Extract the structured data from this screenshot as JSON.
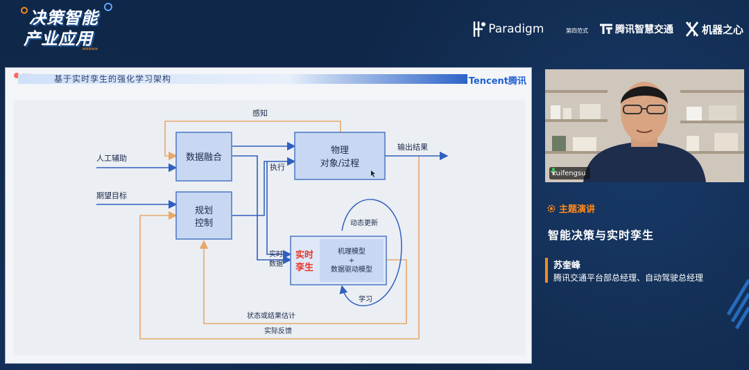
{
  "brand": {
    "line1": "决策智能",
    "line2": "产业应用",
    "arrows": "»»»»»"
  },
  "sponsors": [
    {
      "name": "Paradigm",
      "sub": "第四范式",
      "icon": "paradigm-logo"
    },
    {
      "name": "腾讯智慧交通",
      "icon": "tencent-transport-logo"
    },
    {
      "name": "机器之心",
      "icon": "jiqizhixin-logo"
    }
  ],
  "slide": {
    "corner_text": "腾讯",
    "title": "基于实时孪生的强化学习架构",
    "logo": "Tencent腾讯",
    "diagram": {
      "boxes": {
        "fusion": "数据融合",
        "object_l1": "物理",
        "object_l2": "对象/过程",
        "plan_l1": "规划",
        "plan_l2": "控制",
        "twin_l1": "实时",
        "twin_l2": "孪生",
        "model_l1": "机理模型",
        "model_plus": "+",
        "model_l2": "数据驱动模型"
      },
      "labels": {
        "perception": "感知",
        "human_assist": "人工辅助",
        "expected_goal": "期望目标",
        "output": "输出结果",
        "execute": "执行",
        "dynamic_update": "动态更新",
        "realtime_l1": "实时",
        "realtime_l2": "数据",
        "learning": "学习",
        "state_estimate": "状态或结果估计",
        "actual_feedback": "实际反馈"
      },
      "colors": {
        "box_fill": "#c8d8f2",
        "box_border": "#4a74c4",
        "arrow_blue": "#2f5fbf",
        "arrow_orange": "#e8a86a",
        "twin_red": "#e8352c"
      }
    }
  },
  "video": {
    "username": "kuifengsu"
  },
  "talk": {
    "section": "主题演讲",
    "title": "智能决策与实时孪生",
    "speaker": "苏奎峰",
    "role": "腾讯交通平台部总经理、自动驾驶总经理"
  },
  "colors": {
    "background": "#0f2748",
    "accent_orange": "#ff8a1c",
    "tencent_blue": "#1d5fd1"
  }
}
